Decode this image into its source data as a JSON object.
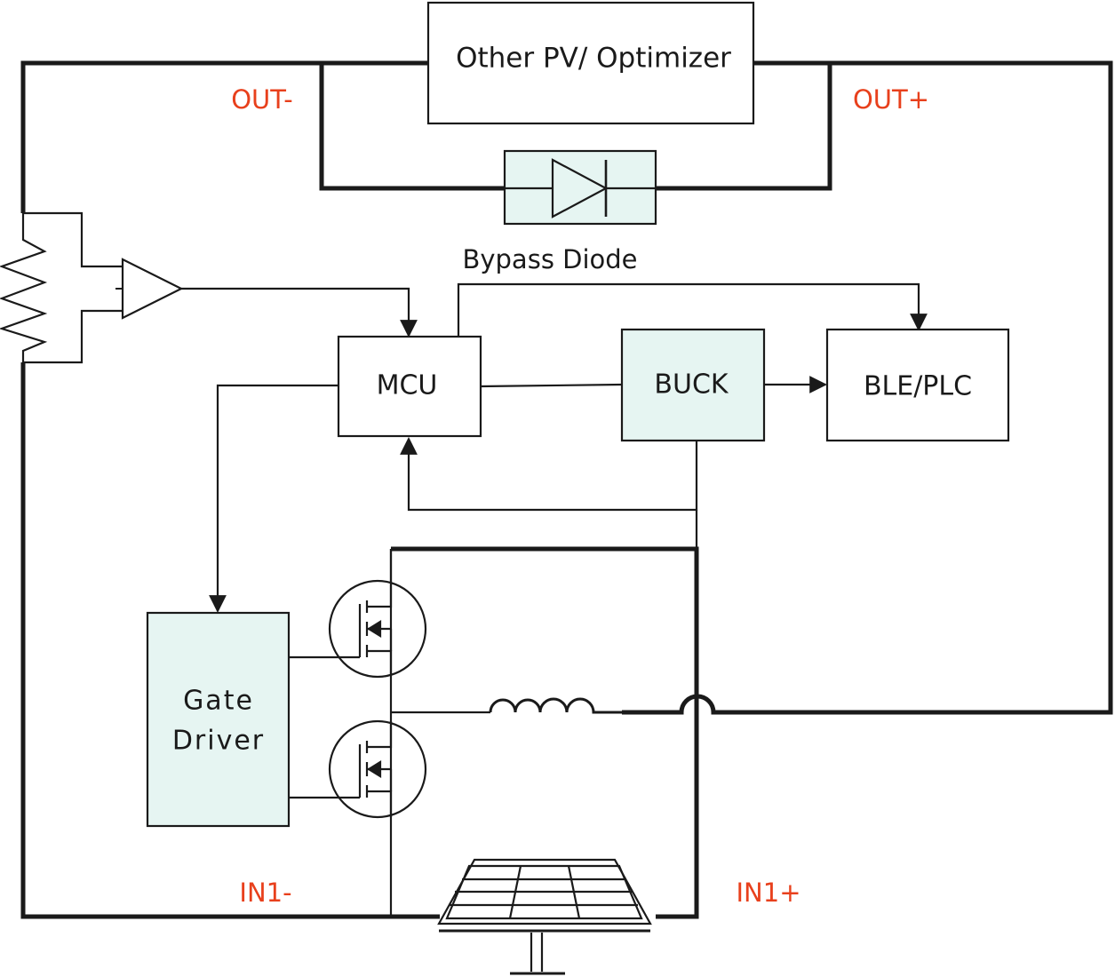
{
  "blocks": {
    "other_pv": "Other PV/ Optimizer",
    "mcu": "MCU",
    "buck": "BUCK",
    "ble_plc": "BLE/PLC",
    "gate_driver_line1": "Gate",
    "gate_driver_line2": "Driver"
  },
  "labels": {
    "bypass_diode": "Bypass Diode",
    "out_minus": "OUT-",
    "out_plus": "OUT+",
    "in_minus": "IN1-",
    "in_plus": "IN1+"
  },
  "colors": {
    "wire": "#1a1a1a",
    "block_fill_teal": "#e6f5f2",
    "block_fill_white": "#ffffff",
    "terminal_label": "#e8401c"
  }
}
